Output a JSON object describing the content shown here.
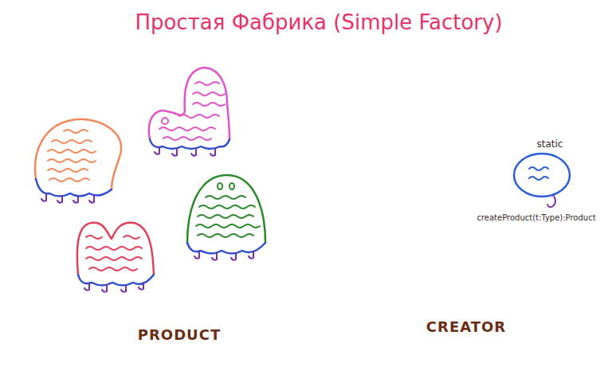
{
  "diagram": {
    "title": "Простая Фабрика (Simple Factory)",
    "labels": [
      "PRODUCT",
      "CREATOR",
      "static",
      "createProduct(t:Type):Product"
    ]
  }
}
